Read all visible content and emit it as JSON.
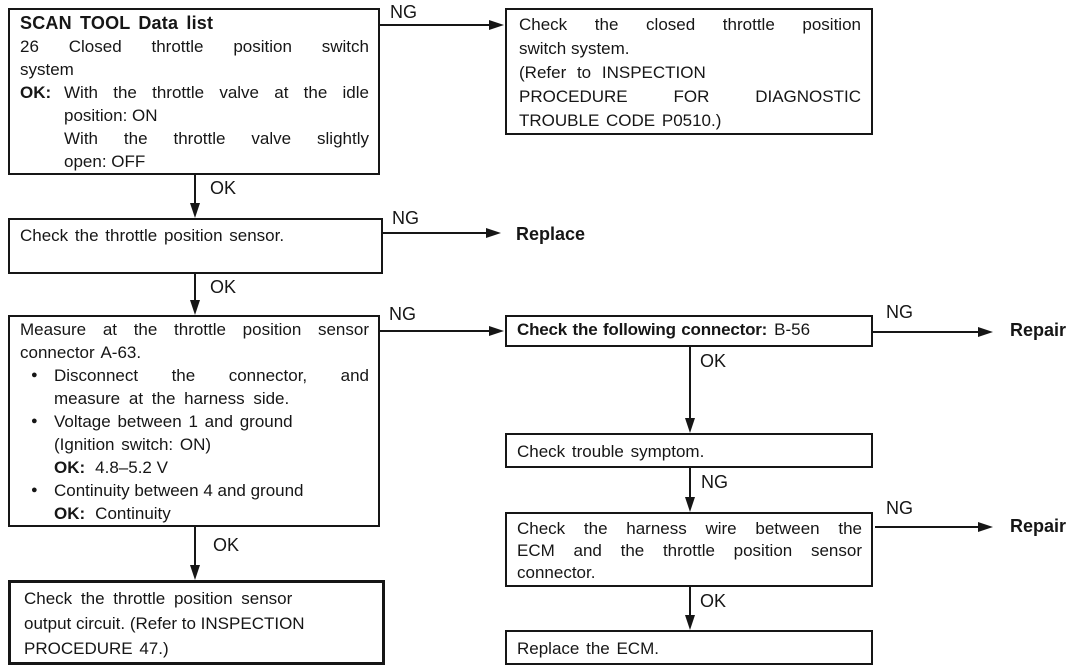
{
  "labels": {
    "ng": "NG",
    "ok": "OK",
    "replace": "Replace",
    "repair": "Repair"
  },
  "box1": {
    "title": "SCAN TOOL Data list",
    "l1": "26 Closed throttle position switch",
    "l2": "system",
    "ok": "OK:",
    "ok_l1": "With the throttle valve at the idle",
    "ok_l2": "position: ON",
    "ok_l3": "With the throttle valve slightly",
    "ok_l4": "open: OFF"
  },
  "box2": {
    "l1": "Check the closed throttle position",
    "l2": "switch system.",
    "l3": "(Refer to INSPECTION",
    "l4": "PROCEDURE FOR DIAGNOSTIC",
    "l5": "TROUBLE CODE P0510.)"
  },
  "box3": {
    "l1": "Check the throttle position sensor."
  },
  "box4": {
    "l1": "Measure at the throttle position sensor",
    "l2": "connector A-63.",
    "bullet": "●",
    "b1_l1": "Disconnect the connector, and",
    "b1_l2": "measure at the harness side.",
    "b2_l1": "Voltage between 1 and ground",
    "b2_l2": "(Ignition switch: ON)",
    "b2_ok": "OK:",
    "b2_val": "4.8–5.2 V",
    "b3_l1": "Continuity between 4 and ground",
    "b3_ok": "OK:",
    "b3_val": "Continuity"
  },
  "box5": {
    "bold": "Check the following connector:",
    "normal": "B-56"
  },
  "box6": {
    "l1": "Check trouble symptom."
  },
  "box7": {
    "l1": "Check the harness wire between the",
    "l2": "ECM and the throttle position sensor",
    "l3": "connector."
  },
  "box8": {
    "l1": "Replace the ECM."
  },
  "box9": {
    "l1": "Check the throttle position sensor",
    "l2": "output circuit. (Refer to INSPECTION",
    "l3": "PROCEDURE 47.)"
  }
}
